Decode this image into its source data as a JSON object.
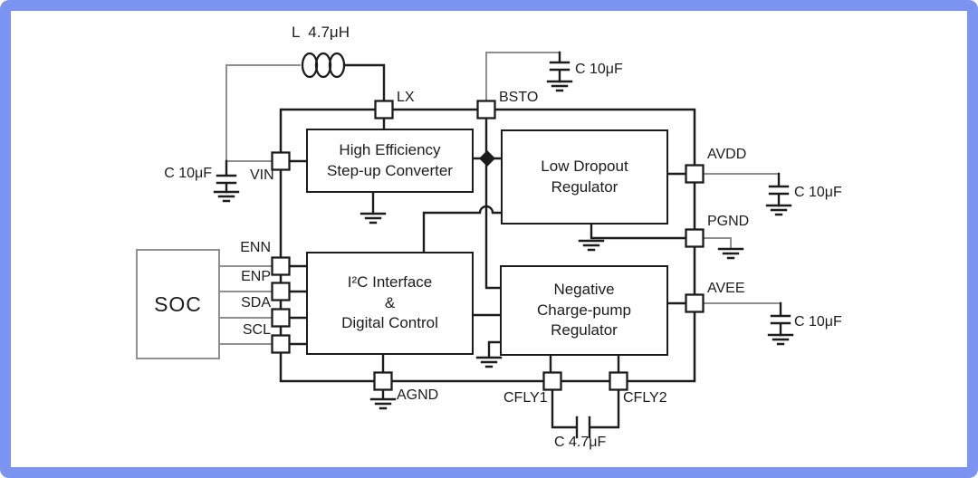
{
  "colors": {
    "frame_blue": "#7b94f1",
    "ink": "#1c1c1c",
    "wire_gray": "#8f8f8f"
  },
  "soc": {
    "label": "SOC"
  },
  "ic_blocks": {
    "stepup": "High Efficiency\nStep-up Converter",
    "ldo": "Low Dropout\nRegulator",
    "i2c": "I²C Interface\n&\nDigital Control",
    "chargepump": "Negative\nCharge-pump\nRegulator"
  },
  "pins": {
    "lx": "LX",
    "bsto": "BSTO",
    "vin": "VIN",
    "enn": "ENN",
    "enp": "ENP",
    "sda": "SDA",
    "scl": "SCL",
    "avdd": "AVDD",
    "pgnd": "PGND",
    "avee": "AVEE",
    "agnd": "AGND",
    "cfly1": "CFLY1",
    "cfly2": "CFLY2"
  },
  "components": {
    "inductor": "L  4.7μH",
    "cap_input": "C 10μF",
    "cap_bsto": "C 10μF",
    "cap_avdd": "C 10μF",
    "cap_avee": "C 10μF",
    "cap_fly": "C 4.7μF"
  }
}
